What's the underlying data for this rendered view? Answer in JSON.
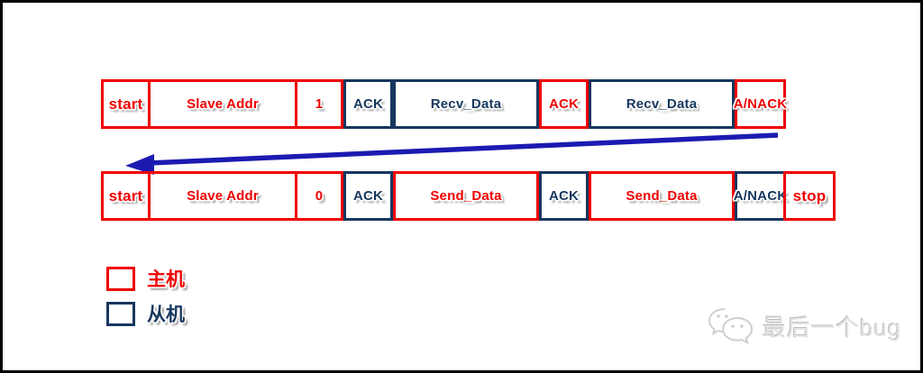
{
  "frame_colors": {
    "master_red": "#f00000",
    "slave_blue": "#17375e",
    "arrow_blue": "#1b1bb2",
    "border_black": "#000000"
  },
  "rows": [
    {
      "name": "master-read-frame",
      "cells": [
        {
          "label": "start",
          "role": "master"
        },
        {
          "label": "Slave Addr",
          "role": "master"
        },
        {
          "label": "1",
          "role": "master"
        },
        {
          "label": "ACK",
          "role": "slave"
        },
        {
          "label": "Recv_Data",
          "role": "slave"
        },
        {
          "label": "ACK",
          "role": "master"
        },
        {
          "label": "Recv_Data",
          "role": "slave"
        },
        {
          "label": "A/NACK",
          "role": "master"
        }
      ]
    },
    {
      "name": "master-write-frame",
      "cells": [
        {
          "label": "start",
          "role": "master"
        },
        {
          "label": "Slave Addr",
          "role": "master"
        },
        {
          "label": "0",
          "role": "master"
        },
        {
          "label": "ACK",
          "role": "slave"
        },
        {
          "label": "Send_Data",
          "role": "master"
        },
        {
          "label": "ACK",
          "role": "slave"
        },
        {
          "label": "Send_Data",
          "role": "master"
        },
        {
          "label": "A/NACK",
          "role": "slave"
        },
        {
          "label": "stop",
          "role": "master"
        }
      ]
    }
  ],
  "legend": [
    {
      "label": "主机",
      "role": "master"
    },
    {
      "label": "从机",
      "role": "slave"
    }
  ],
  "watermark": {
    "text": "最后一个bug",
    "icon": "wechat-icon"
  }
}
